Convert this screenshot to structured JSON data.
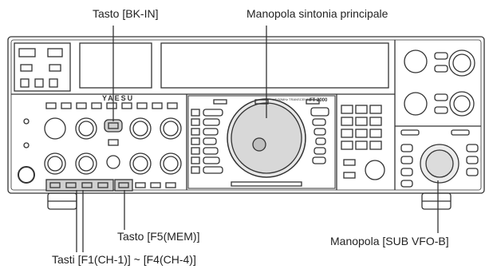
{
  "labels": {
    "bkin": "Tasto [BK-IN]",
    "main_dial": "Manopola sintonia principale",
    "f5": "Tasto [F5(MEM)]",
    "sub_vfo": "Manopola [SUB VFO-B]",
    "f1_f4": "Tasti [F1(CH-1)] ~ [F4(CH-4)]"
  },
  "radio": {
    "brand": "YAESU",
    "model": "FT-2000",
    "subtitle": "HF/50MHz TRANSCEIVER"
  },
  "colors": {
    "line": "#333333",
    "highlight": "#c8c8c8"
  }
}
